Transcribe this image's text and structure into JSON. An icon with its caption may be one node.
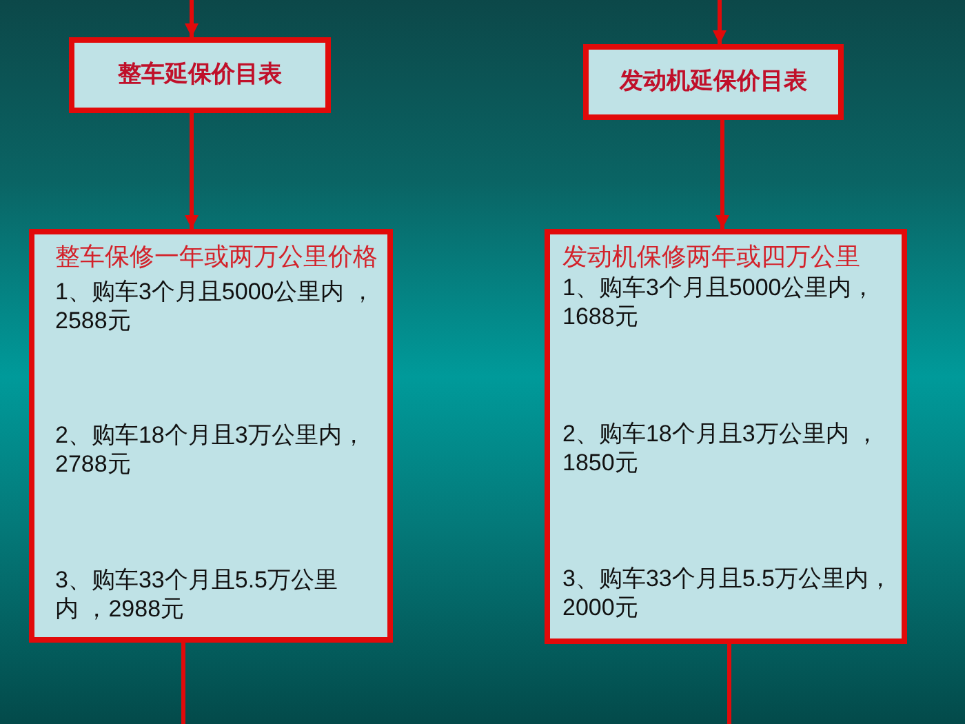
{
  "diagram": {
    "nodes": [
      {
        "text": [
          "整车延保价目表"
        ]
      },
      {
        "text": [
          "发动机延保价目表"
        ]
      },
      {
        "text": [
          "整车保修一年或两万公里价格",
          "1、购车3个月且5000公里内 ，2588元",
          "2、购车18个月且3万公里内，2788元",
          "3、购车33个月且5.5万公里内 ，2988元"
        ]
      },
      {
        "text": [
          "发动机保修两年或四万公里",
          "1、购车3个月且5000公里内，1688元",
          "2、购车18个月且3万公里内 ，1850元",
          "3、购车33个月且5.5万公里内，2000元"
        ]
      }
    ],
    "edges": [
      {
        "from": null,
        "to": 0,
        "arrow": "to"
      },
      {
        "from": 0,
        "to": 2,
        "arrow": "to"
      },
      {
        "from": 2,
        "to": null,
        "arrow": "none"
      },
      {
        "from": null,
        "to": 1,
        "arrow": "to"
      },
      {
        "from": 1,
        "to": 3,
        "arrow": "to"
      },
      {
        "from": 3,
        "to": null,
        "arrow": "none"
      }
    ]
  }
}
